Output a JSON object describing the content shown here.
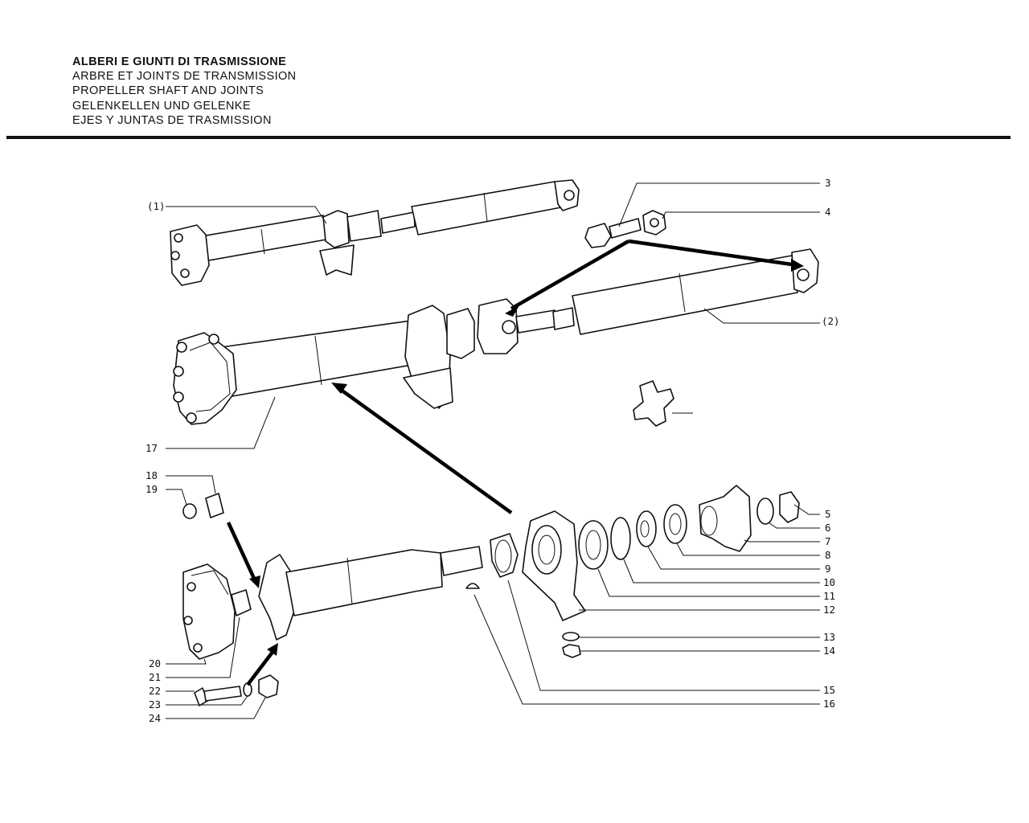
{
  "header": {
    "lines": [
      "ALBERI E GIUNTI DI TRASMISSIONE",
      "ARBRE ET JOINTS DE TRANSMISSION",
      "PROPELLER SHAFT AND JOINTS",
      "GELENKELLEN UND GELENKE",
      "EJES Y JUNTAS DE TRASMISSION"
    ]
  },
  "labels": {
    "l1": "(1)",
    "l2": "(2)",
    "l3": "3",
    "l4": "4",
    "l5": "5",
    "l6": "6",
    "l7": "7",
    "l8": "8",
    "l9": "9",
    "l10": "10",
    "l11": "11",
    "l12": "12",
    "l13": "13",
    "l14": "14",
    "l15": "15",
    "l16": "16",
    "l17": "17",
    "l18": "18",
    "l19": "19",
    "l20": "20",
    "l21": "21",
    "l22": "22",
    "l23": "23",
    "l24": "24"
  }
}
